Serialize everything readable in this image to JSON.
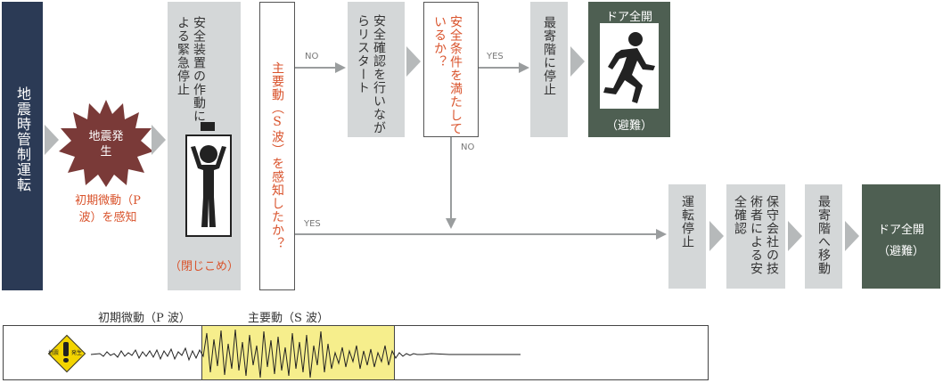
{
  "main_label": "地震時管制運転",
  "quake_burst": "地震発生",
  "p_wave_detect": "初期微動（P波）を感知",
  "safety_box": {
    "text": "安全装置の作動による緊急停止",
    "caption": "（閉じこめ）"
  },
  "s_wave_question": "主要動（S波）を感知したか？",
  "branch_no": "NO",
  "branch_yes": "YES",
  "restart_box": "安全確認を行いながらリスタート",
  "safety_question": "安全条件を満たしているか？",
  "yes2": "YES",
  "no2": "NO",
  "stop_nearest": "最寄階に停止",
  "door_open_top": {
    "title": "ドア全開",
    "caption": "（避難）"
  },
  "stop_box": "運転停止",
  "maintenance_box": "保守会社の技術者による安全確認",
  "move_nearest": "最寄階へ移動",
  "door_open_bottom": {
    "title": "ドア全開",
    "caption": "（避難）"
  },
  "wave_labels": {
    "p": "初期微動（P 波）",
    "s": "主要動（S 波）"
  },
  "wave_icon_text": {
    "a": "地震",
    "b": "発生"
  },
  "colors": {
    "navy": "#2b3a55",
    "grey_box": "#d4d7d8",
    "dark_green": "#4e5f52",
    "red": "#d9532c",
    "burst": "#7a3a38",
    "highlight": "#f6ee8c"
  }
}
